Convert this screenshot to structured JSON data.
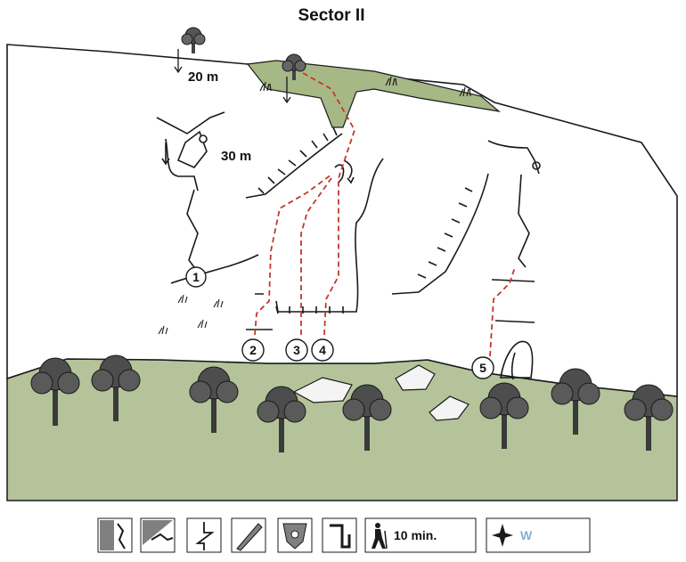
{
  "title": "Sector II",
  "annotations": {
    "rappel_top": "20 m",
    "rappel_mid": "30 m"
  },
  "routes": [
    {
      "number": "1"
    },
    {
      "number": "2"
    },
    {
      "number": "3"
    },
    {
      "number": "4"
    },
    {
      "number": "5"
    }
  ],
  "legend": {
    "approach_time": "10 min.",
    "orientation": "W",
    "icons": [
      "vertical-wall-icon",
      "overhang-icon",
      "zigzag-crack-icon",
      "feather-quill-icon",
      "climbing-hold-icon",
      "hook-anchor-icon",
      "hiker-icon",
      "compass-rose-icon"
    ]
  },
  "colors": {
    "route_line": "#c0392b",
    "grass": "#a6b886",
    "meadow": "#b5c39a",
    "outline": "#1a1a1a",
    "orientation_text": "#7fb3d5",
    "icon_bg": "#808080"
  }
}
